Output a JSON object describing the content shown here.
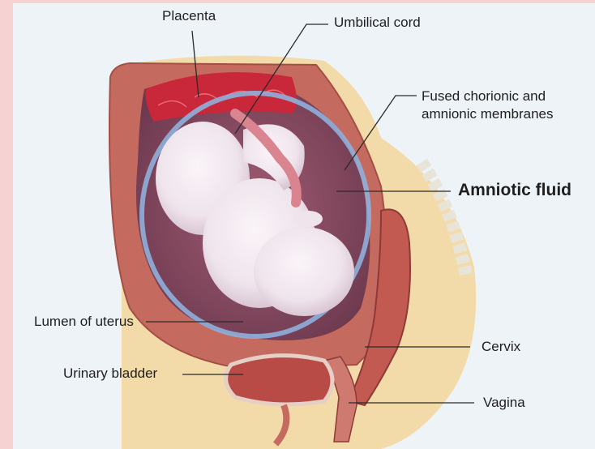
{
  "labels": {
    "placenta": "Placenta",
    "umbilical_cord": "Umbilical cord",
    "fused_membranes_line1": "Fused chorionic and",
    "fused_membranes_line2": "amnionic membranes",
    "amniotic_fluid": "Amniotic fluid",
    "lumen_of_uterus": "Lumen of uterus",
    "cervix": "Cervix",
    "urinary_bladder": "Urinary bladder",
    "vagina": "Vagina"
  },
  "colors": {
    "background_border": "#f6d2d2",
    "panel": "#eef3f8",
    "skin": "#f2dba8",
    "uterine_wall": "#c46a5f",
    "placenta": "#c8283a",
    "amniotic_cavity": "#8a4e63",
    "membrane": "#8fb0dc",
    "fetus": "#f1e8ee",
    "leader_line": "#2a2a2a"
  }
}
